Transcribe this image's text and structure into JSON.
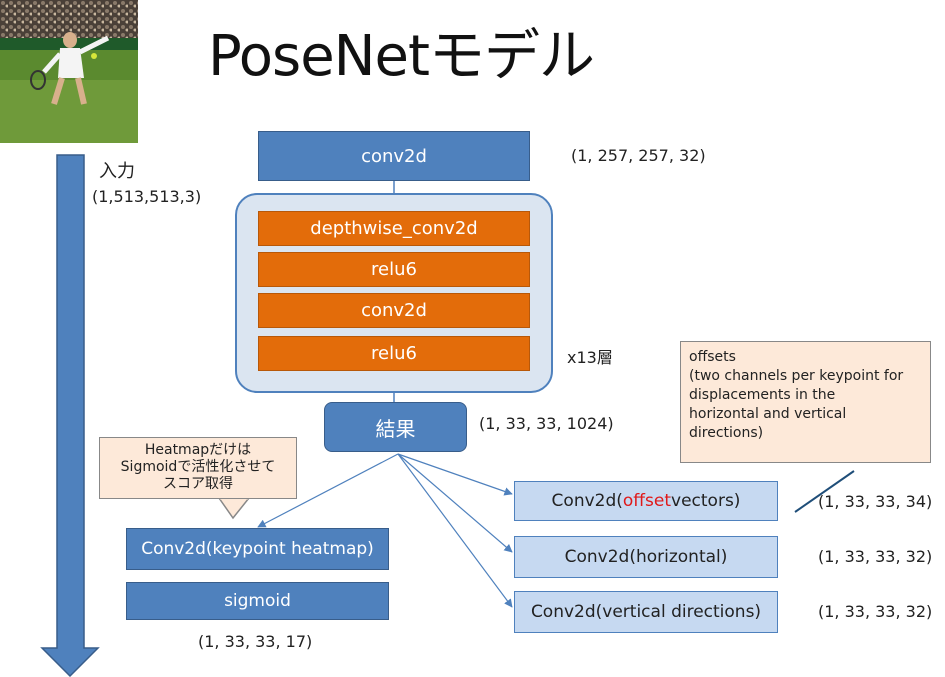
{
  "title": "PoseNetモデル",
  "input": {
    "label": "入力",
    "shape": "(1,513,513,3)"
  },
  "blocks": {
    "conv_top": {
      "label": "conv2d",
      "shape": "(1, 257, 257, 32)"
    },
    "repeat": {
      "layers": [
        "depthwise_conv2d",
        "relu6",
        "conv2d",
        "relu6"
      ],
      "count_label": "x13層"
    },
    "result": {
      "label": "結果",
      "shape": "(1, 33, 33, 1024)"
    }
  },
  "heatmap": {
    "callout_lines": [
      "Heatmapだけは",
      "Sigmoidで活性化させて",
      "スコア取得"
    ],
    "conv_label": "Conv2d(keypoint heatmap)",
    "sigmoid_label": "sigmoid",
    "shape": "(1, 33, 33, 17)"
  },
  "offsets": {
    "note_lines": [
      "offsets",
      "(two channels per keypoint for",
      "displacements in the",
      "horizontal and vertical",
      "directions)"
    ],
    "outputs": [
      {
        "prefix": "Conv2d(",
        "highlight": "offset",
        "suffix": " vectors)",
        "shape": "(1, 33, 33, 34)"
      },
      {
        "label": "Conv2d(horizontal)",
        "shape": "(1, 33, 33, 32)"
      },
      {
        "label": "Conv2d(vertical directions)",
        "shape": "(1, 33, 33, 32)"
      }
    ]
  },
  "colors": {
    "blue": "#4f81bd",
    "orange": "#e36c0a",
    "light_blue": "#c6d9f1",
    "callout": "#fde9d9",
    "highlight": "#e0191a"
  }
}
